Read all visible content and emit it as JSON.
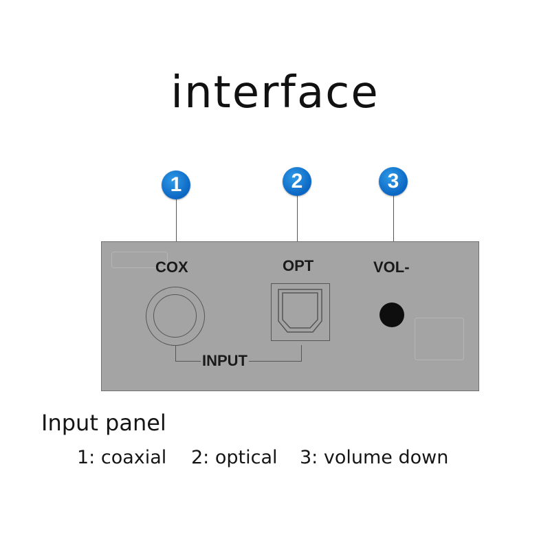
{
  "title": "interface",
  "callouts": [
    {
      "number": "1",
      "label": "COX"
    },
    {
      "number": "2",
      "label": "OPT"
    },
    {
      "number": "3",
      "label": "VOL-"
    }
  ],
  "input_group_label": "INPUT",
  "caption": "Input panel",
  "legend": [
    "1: coaxial",
    "2: optical",
    "3: volume down"
  ],
  "colors": {
    "badge": "#0b66c2",
    "panel": "#a4a4a4",
    "text": "#111111"
  }
}
